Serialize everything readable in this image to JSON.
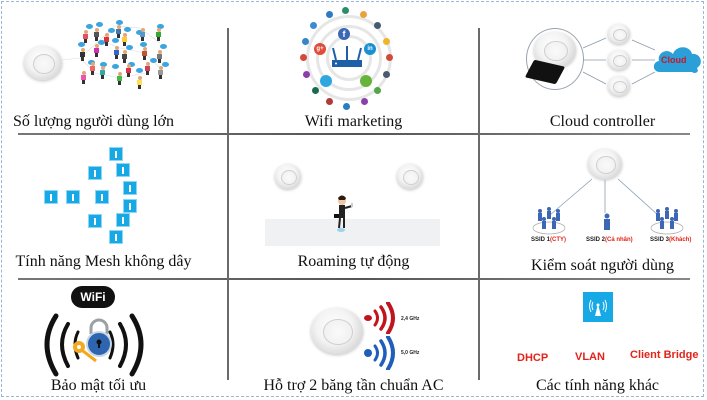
{
  "grid": {
    "rows": 3,
    "cols": 3,
    "border_color": "#9cb7d6",
    "divider_color": "#6a6a6a"
  },
  "cells": [
    {
      "id": "users",
      "caption": "Số lượng người dùng lớn"
    },
    {
      "id": "wifi-marketing",
      "caption": "Wifi marketing"
    },
    {
      "id": "cloud",
      "caption": "Cloud controller",
      "cloud_label": "Cloud"
    },
    {
      "id": "mesh",
      "caption": "Tính năng Mesh không dây"
    },
    {
      "id": "roaming",
      "caption": "Roaming tự động"
    },
    {
      "id": "user-control",
      "caption": "Kiểm soát người dùng",
      "ssids": [
        {
          "label": "SSID 1",
          "tag": "(CTY)"
        },
        {
          "label": "SSID 2",
          "tag": "(Cá nhân)"
        },
        {
          "label": "SSID 3",
          "tag": "(Khách)"
        }
      ]
    },
    {
      "id": "security",
      "caption": "Bảo mật tối ưu",
      "wifi_logo": "WiFi"
    },
    {
      "id": "dual-band",
      "caption": "Hỗ trợ 2 băng tần chuẩn AC",
      "bands": [
        "2,4 GHz",
        "5,0 GHz"
      ]
    },
    {
      "id": "other",
      "caption": "Các tính năng khác",
      "features": [
        "DHCP",
        "VLAN",
        "Client Bridge"
      ]
    }
  ],
  "colors": {
    "accent_blue": "#17a9e6",
    "accent_red": "#e2231a",
    "band_24": "#c0151c",
    "band_50": "#1f5fb8"
  }
}
